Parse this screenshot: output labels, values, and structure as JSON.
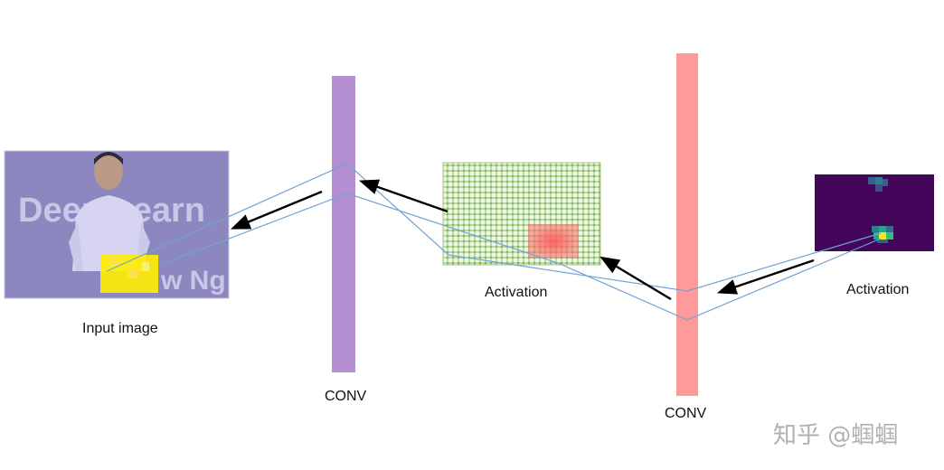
{
  "labels": {
    "input_image": "Input image",
    "conv1": "CONV",
    "activation1": "Activation",
    "conv2": "CONV",
    "activation2": "Activation"
  },
  "photo_text": {
    "line1": "Deep Learn",
    "line2": "w Ng"
  },
  "watermark": "知乎 @蝈蝈",
  "colors": {
    "conv1": "#b38fd1",
    "conv2": "#ff9a9a",
    "ray_lines": "#6fa3d6",
    "highlight_yellow": "#ffee00",
    "activation_highlight": "#ff6b6b",
    "heatmap_background": "#44065a",
    "heatmap_bright": "#f5e61f",
    "heatmap_teal": "#23a78a"
  }
}
